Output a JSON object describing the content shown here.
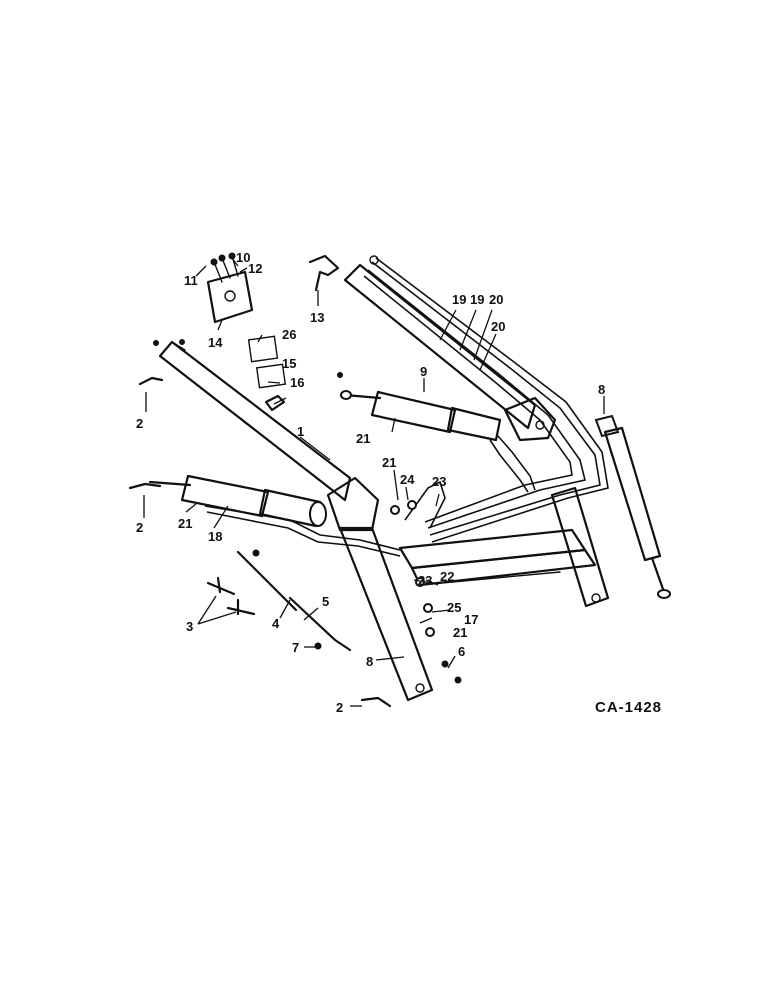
{
  "diagram_code": "CA-1428",
  "callouts": {
    "c1": "1",
    "c2a": "2",
    "c2b": "2",
    "c2c": "2",
    "c3": "3",
    "c4": "4",
    "c5": "5",
    "c6": "6",
    "c7": "7",
    "c8a": "8",
    "c8b": "8",
    "c9": "9",
    "c10": "10",
    "c11": "11",
    "c12": "12",
    "c13": "13",
    "c14": "14",
    "c15": "15",
    "c16": "16",
    "c17": "17",
    "c18": "18",
    "c19a": "19",
    "c19b": "19",
    "c20a": "20",
    "c20b": "20",
    "c21a": "21",
    "c21b": "21",
    "c21c": "21",
    "c21d": "21",
    "c22": "22",
    "c23a": "23",
    "c23b": "23",
    "c24": "24",
    "c25": "25",
    "c26": "26"
  }
}
